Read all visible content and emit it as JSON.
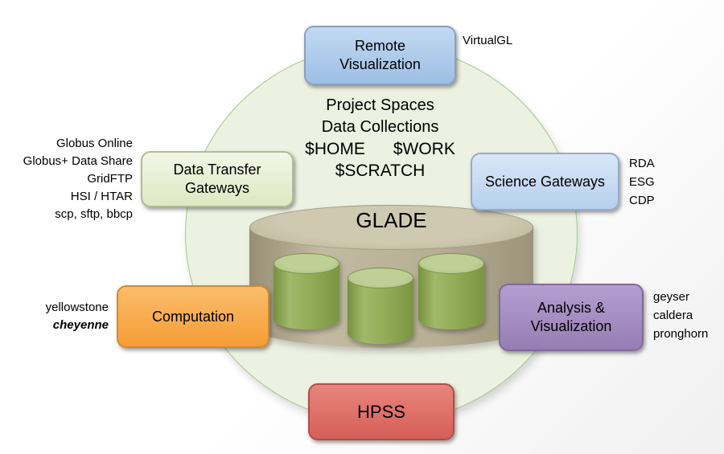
{
  "colors": {
    "circle_fill": "#edf1e1",
    "circle_border": "#a3c98b",
    "glade_cylinder": "#b6af95",
    "disk_green": "#90aa55",
    "remote_viz_fill": "#aac8e9",
    "data_transfer_fill": "#e7eed3",
    "science_gateways_fill": "#c4daf1",
    "computation_fill": "#f7a648",
    "analysis_fill": "#a28abf",
    "hpss_fill": "#dd6f67"
  },
  "center": {
    "line1": "Project Spaces",
    "line2": "Data Collections",
    "line3": "$HOME      $WORK",
    "line4": "$SCRATCH",
    "storage": "GLADE"
  },
  "boxes": {
    "remote_viz": "Remote Visualization",
    "data_transfer": "Data Transfer Gateways",
    "science_gateways": "Science Gateways",
    "computation": "Computation",
    "analysis": "Analysis & Visualization",
    "hpss": "HPSS"
  },
  "annotations": {
    "virtualgl": "VirtualGL",
    "transfer_tools": [
      "Globus Online",
      "Globus+ Data Share",
      "GridFTP",
      "HSI / HTAR",
      "scp, sftp, bbcp"
    ],
    "compute_systems": [
      "yellowstone",
      "cheyenne"
    ],
    "gateway_services": [
      "RDA",
      "ESG",
      "CDP"
    ],
    "analysis_systems": [
      "geyser",
      "caldera",
      "pronghorn"
    ]
  }
}
